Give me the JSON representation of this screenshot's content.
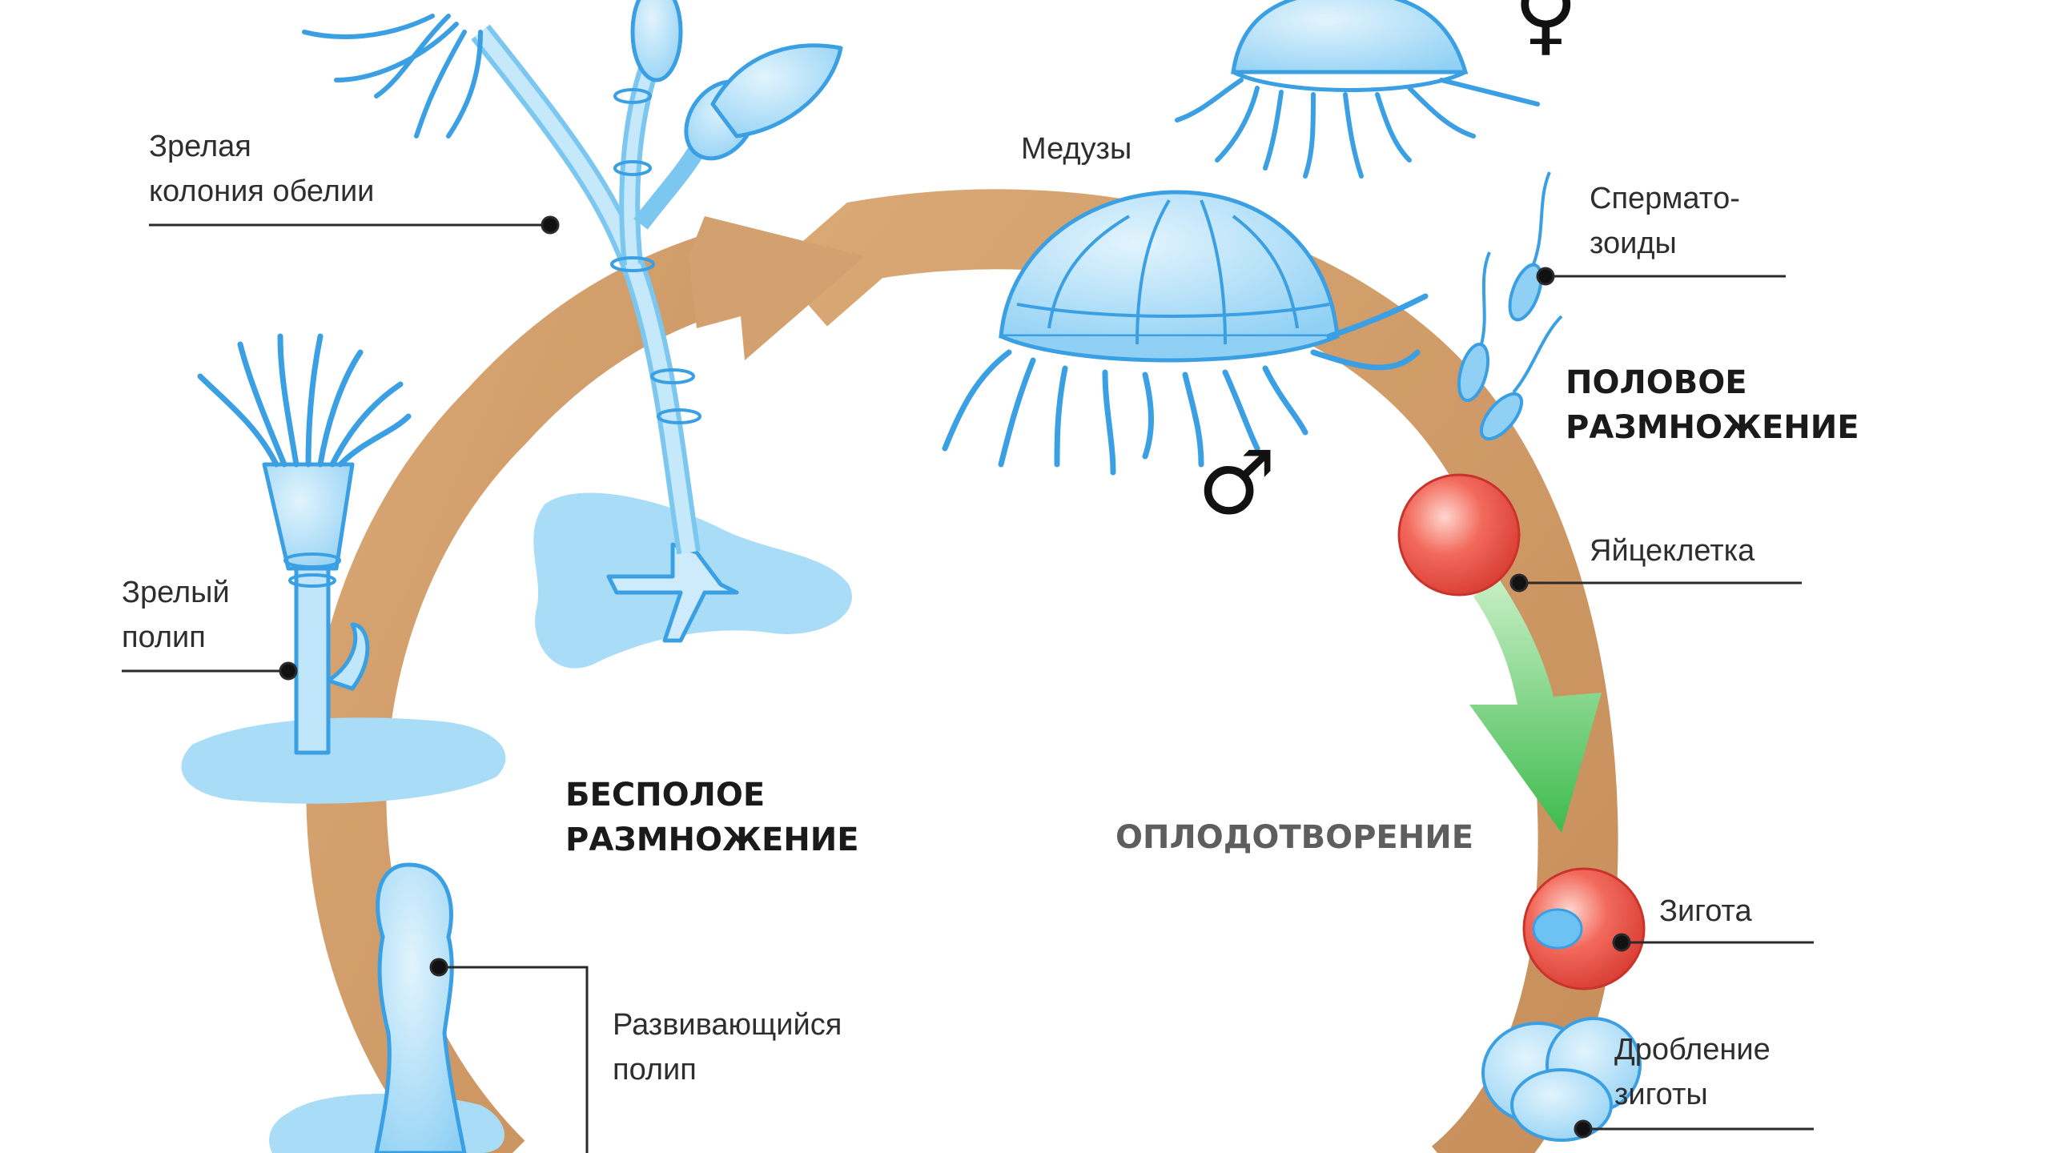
{
  "labels": {
    "colony": [
      "Зрелая",
      "колония обелии"
    ],
    "polyp": [
      "Зрелый",
      "полип"
    ],
    "developing_polyp": [
      "Развивающийся",
      "полип"
    ],
    "medusae": "Медузы",
    "spermatozoa": [
      "Сперматo-",
      "зоиды"
    ],
    "sexual": [
      "ПОЛОВОЕ",
      "РАЗМНОЖЕНИЕ"
    ],
    "asexual": [
      "БЕСПОЛОЕ",
      "РАЗМНОЖЕНИЕ"
    ],
    "egg": "Яйцеклетка",
    "fertilization": "ОПЛОДОТВОРЕНИЕ",
    "zygote": "Зигота",
    "cleavage": [
      "Дробление",
      "зиготы"
    ],
    "female_symbol": "♀",
    "male_symbol": "♂"
  },
  "colors": {
    "cycle_arrow": "#d3a170",
    "fertilization_arrow": "#4cc45a",
    "organism_fill": "#a9dcf7",
    "organism_stroke": "#3b9fe3",
    "egg": "#ec5b4f",
    "leader_line": "#2a2a2a"
  }
}
